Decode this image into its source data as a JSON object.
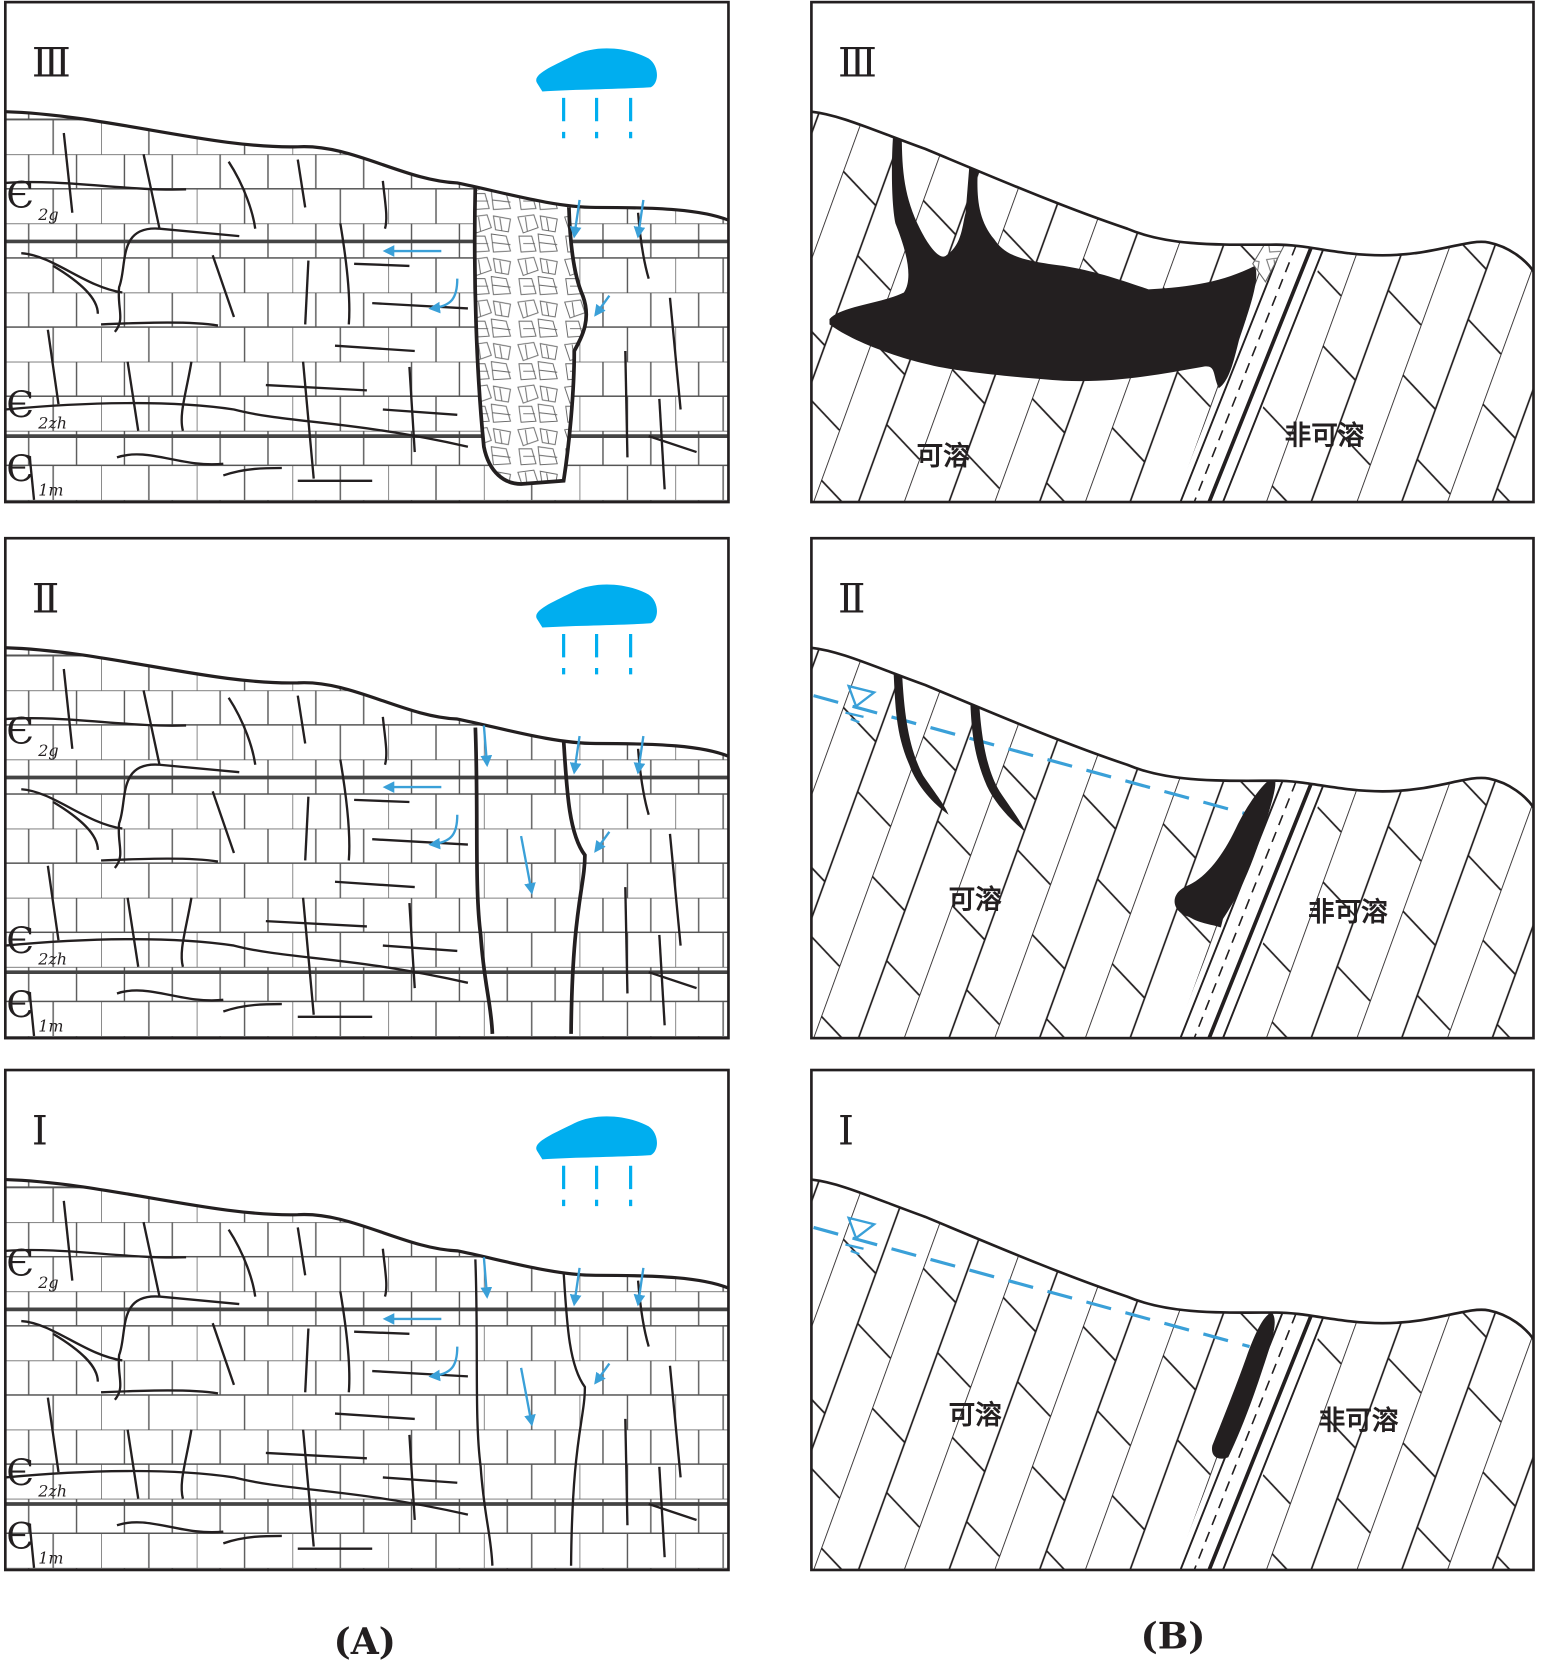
{
  "colors": {
    "water": "#00aeef",
    "flow": "#3aa0d8",
    "ink": "#231f20",
    "brick": "#555555"
  },
  "panels_a": [
    {
      "stage": "Ⅲ",
      "formations": [
        {
          "sym": "Є",
          "sub": "2g"
        },
        {
          "sym": "Є",
          "sub": "2zh"
        },
        {
          "sym": "Є",
          "sub": "1m"
        }
      ],
      "feature": "collapse-pipe"
    },
    {
      "stage": "Ⅱ",
      "formations": [
        {
          "sym": "Є",
          "sub": "2g"
        },
        {
          "sym": "Є",
          "sub": "2zh"
        },
        {
          "sym": "Є",
          "sub": "1m"
        }
      ],
      "feature": "wide-fissures"
    },
    {
      "stage": "Ⅰ",
      "formations": [
        {
          "sym": "Є",
          "sub": "2g"
        },
        {
          "sym": "Є",
          "sub": "2zh"
        },
        {
          "sym": "Є",
          "sub": "1m"
        }
      ],
      "feature": "fissures"
    }
  ],
  "panels_b": [
    {
      "stage": "Ⅲ",
      "soluble": "可溶",
      "insoluble": "非可溶",
      "feature": "cave"
    },
    {
      "stage": "Ⅱ",
      "soluble": "可溶",
      "insoluble": "非可溶",
      "feature": "pocket"
    },
    {
      "stage": "Ⅰ",
      "soluble": "可溶",
      "insoluble": "非可溶",
      "feature": "sliver"
    }
  ],
  "captions": {
    "a": "(A)",
    "b": "(B)"
  }
}
